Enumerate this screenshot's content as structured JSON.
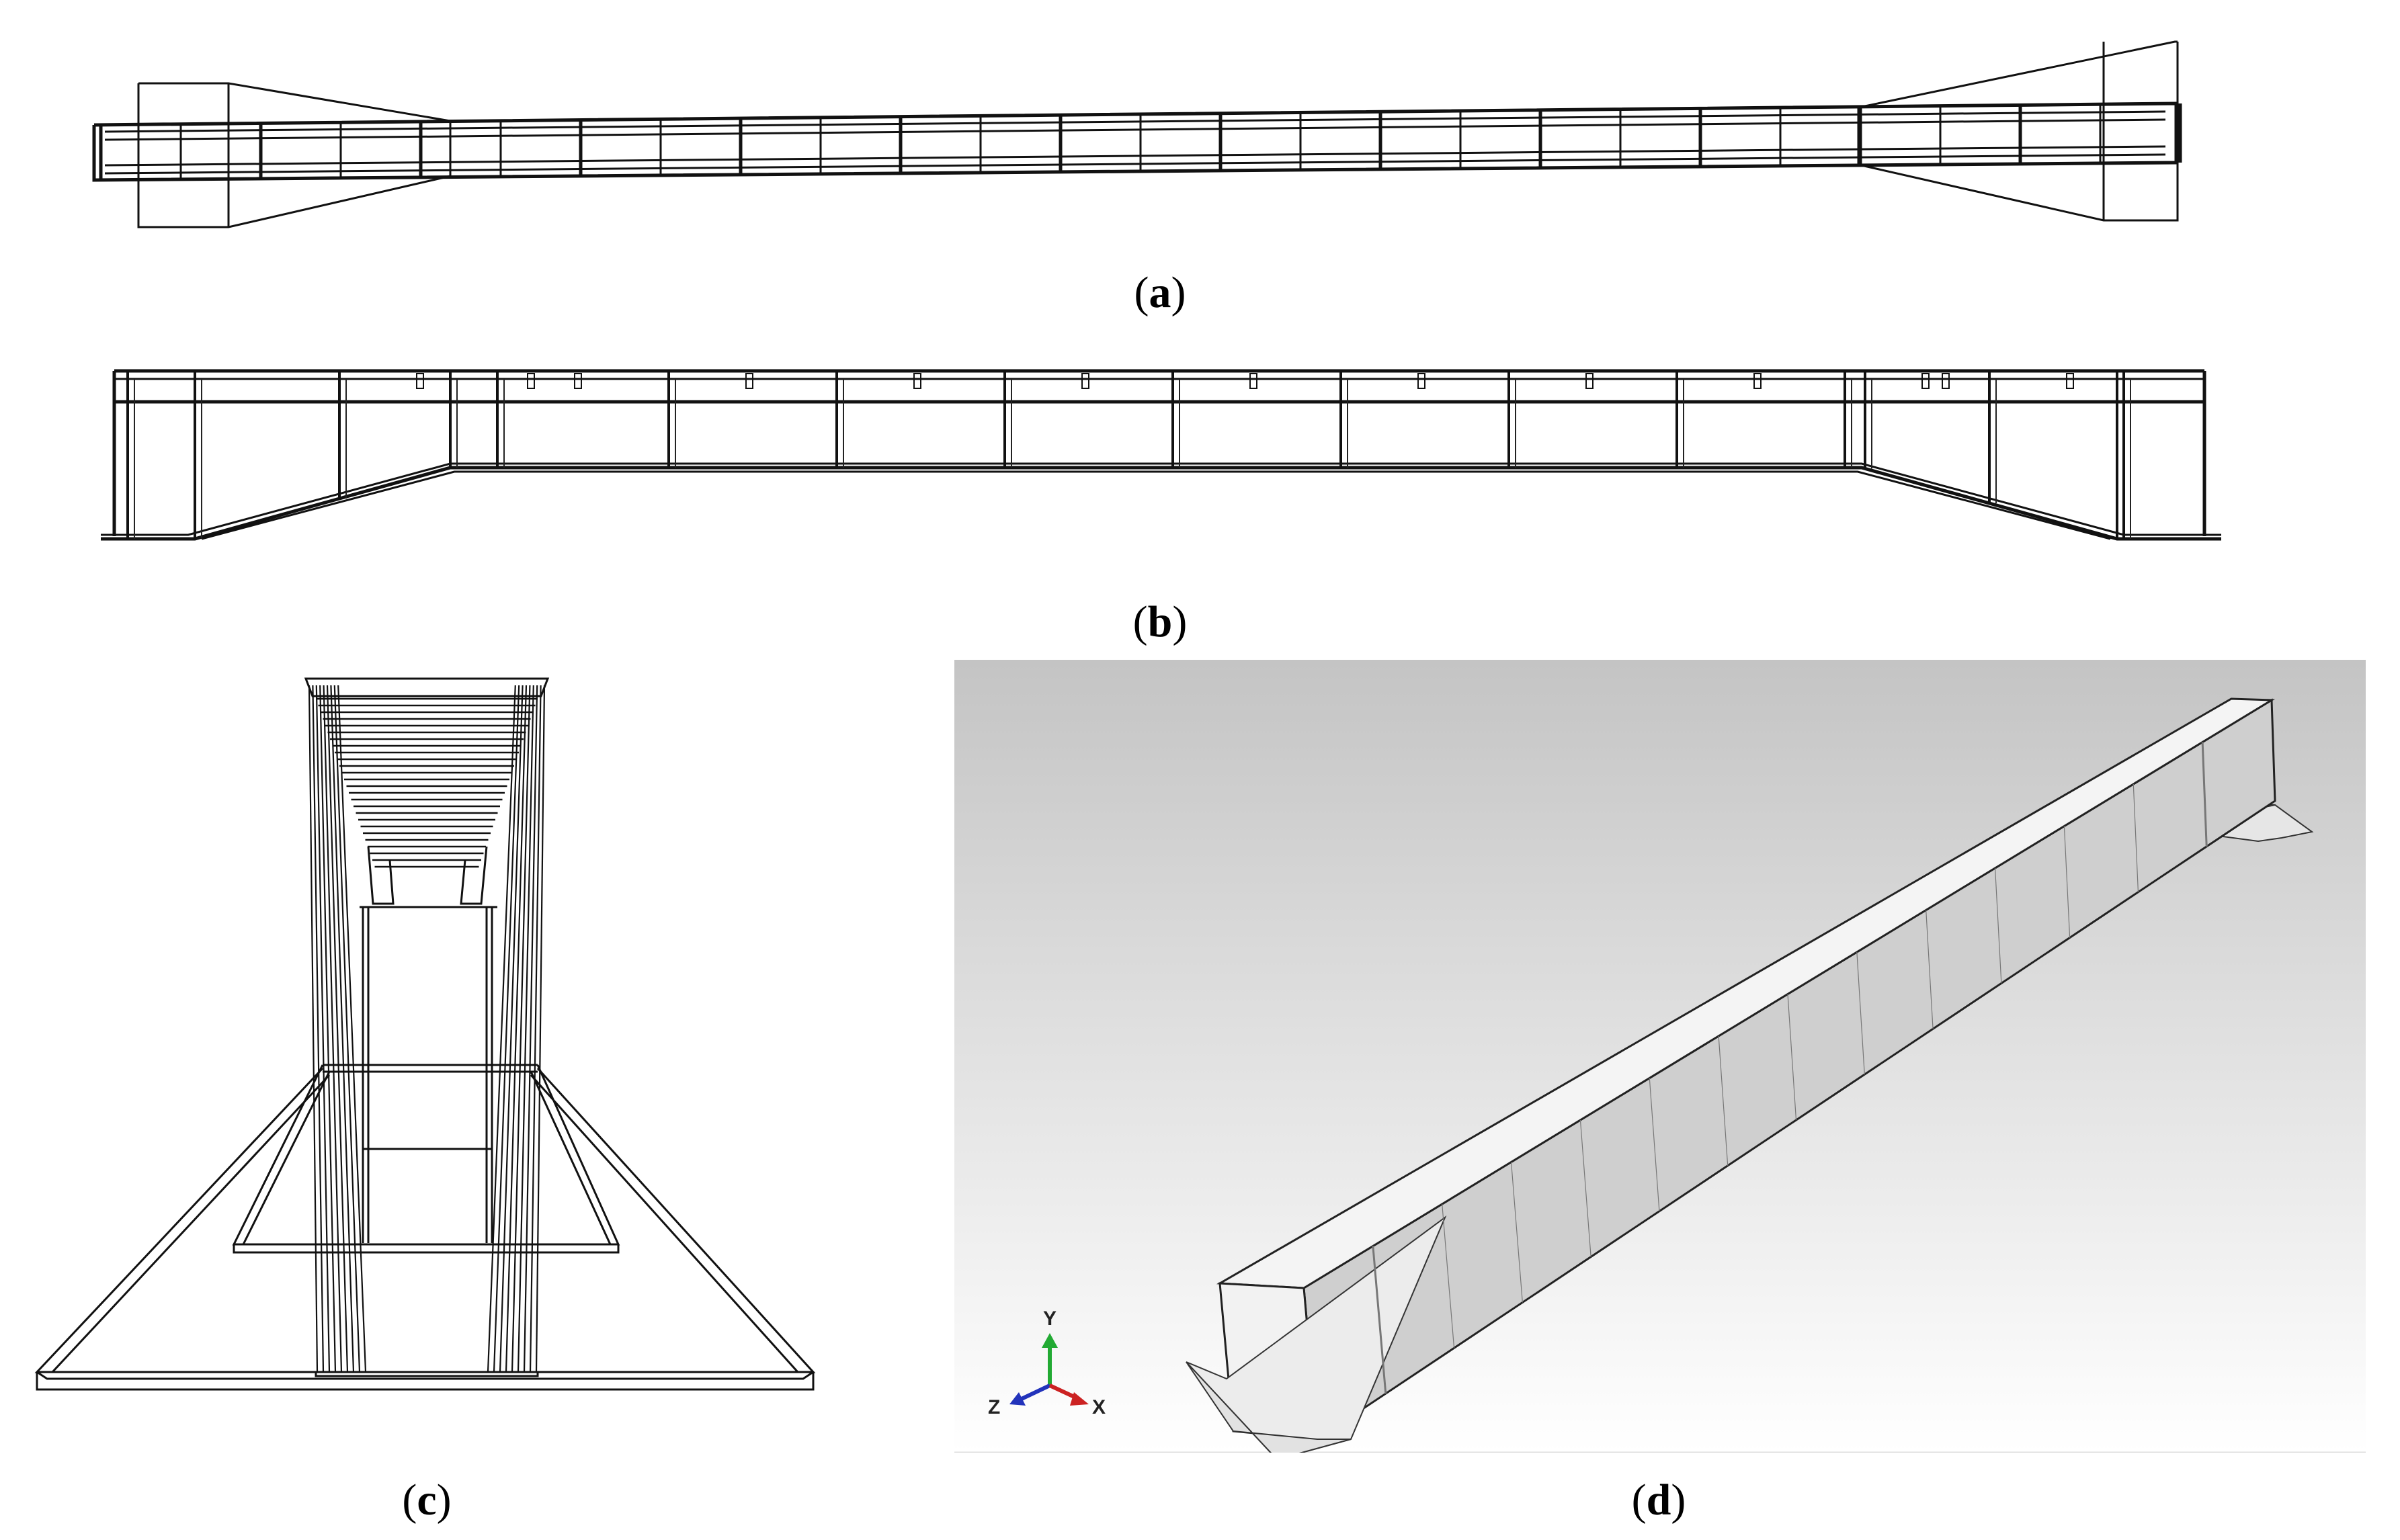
{
  "figure": {
    "panels": [
      {
        "id": "a",
        "caption_open": "(",
        "caption_letter": "a",
        "caption_close": ")",
        "view": "top view wireframe"
      },
      {
        "id": "b",
        "caption_open": "(",
        "caption_letter": "b",
        "caption_close": ")",
        "view": "side elevation wireframe"
      },
      {
        "id": "c",
        "caption_open": "(",
        "caption_letter": "c",
        "caption_close": ")",
        "view": "end perspective wireframe"
      },
      {
        "id": "d",
        "caption_open": "(",
        "caption_letter": "d",
        "caption_close": ")",
        "view": "shaded 3D model"
      }
    ],
    "triad": {
      "y_label": "Y",
      "z_label": "Z",
      "x_label": "X",
      "y_color": "#22aa33",
      "z_color": "#2233bb",
      "x_color": "#cc2222"
    },
    "colors": {
      "line": "#111111",
      "viewport_top": "#c4c4c4",
      "viewport_bottom": "#ffffff",
      "beam_top": "#f4f4f4",
      "beam_side": "#cfcfcf"
    }
  }
}
